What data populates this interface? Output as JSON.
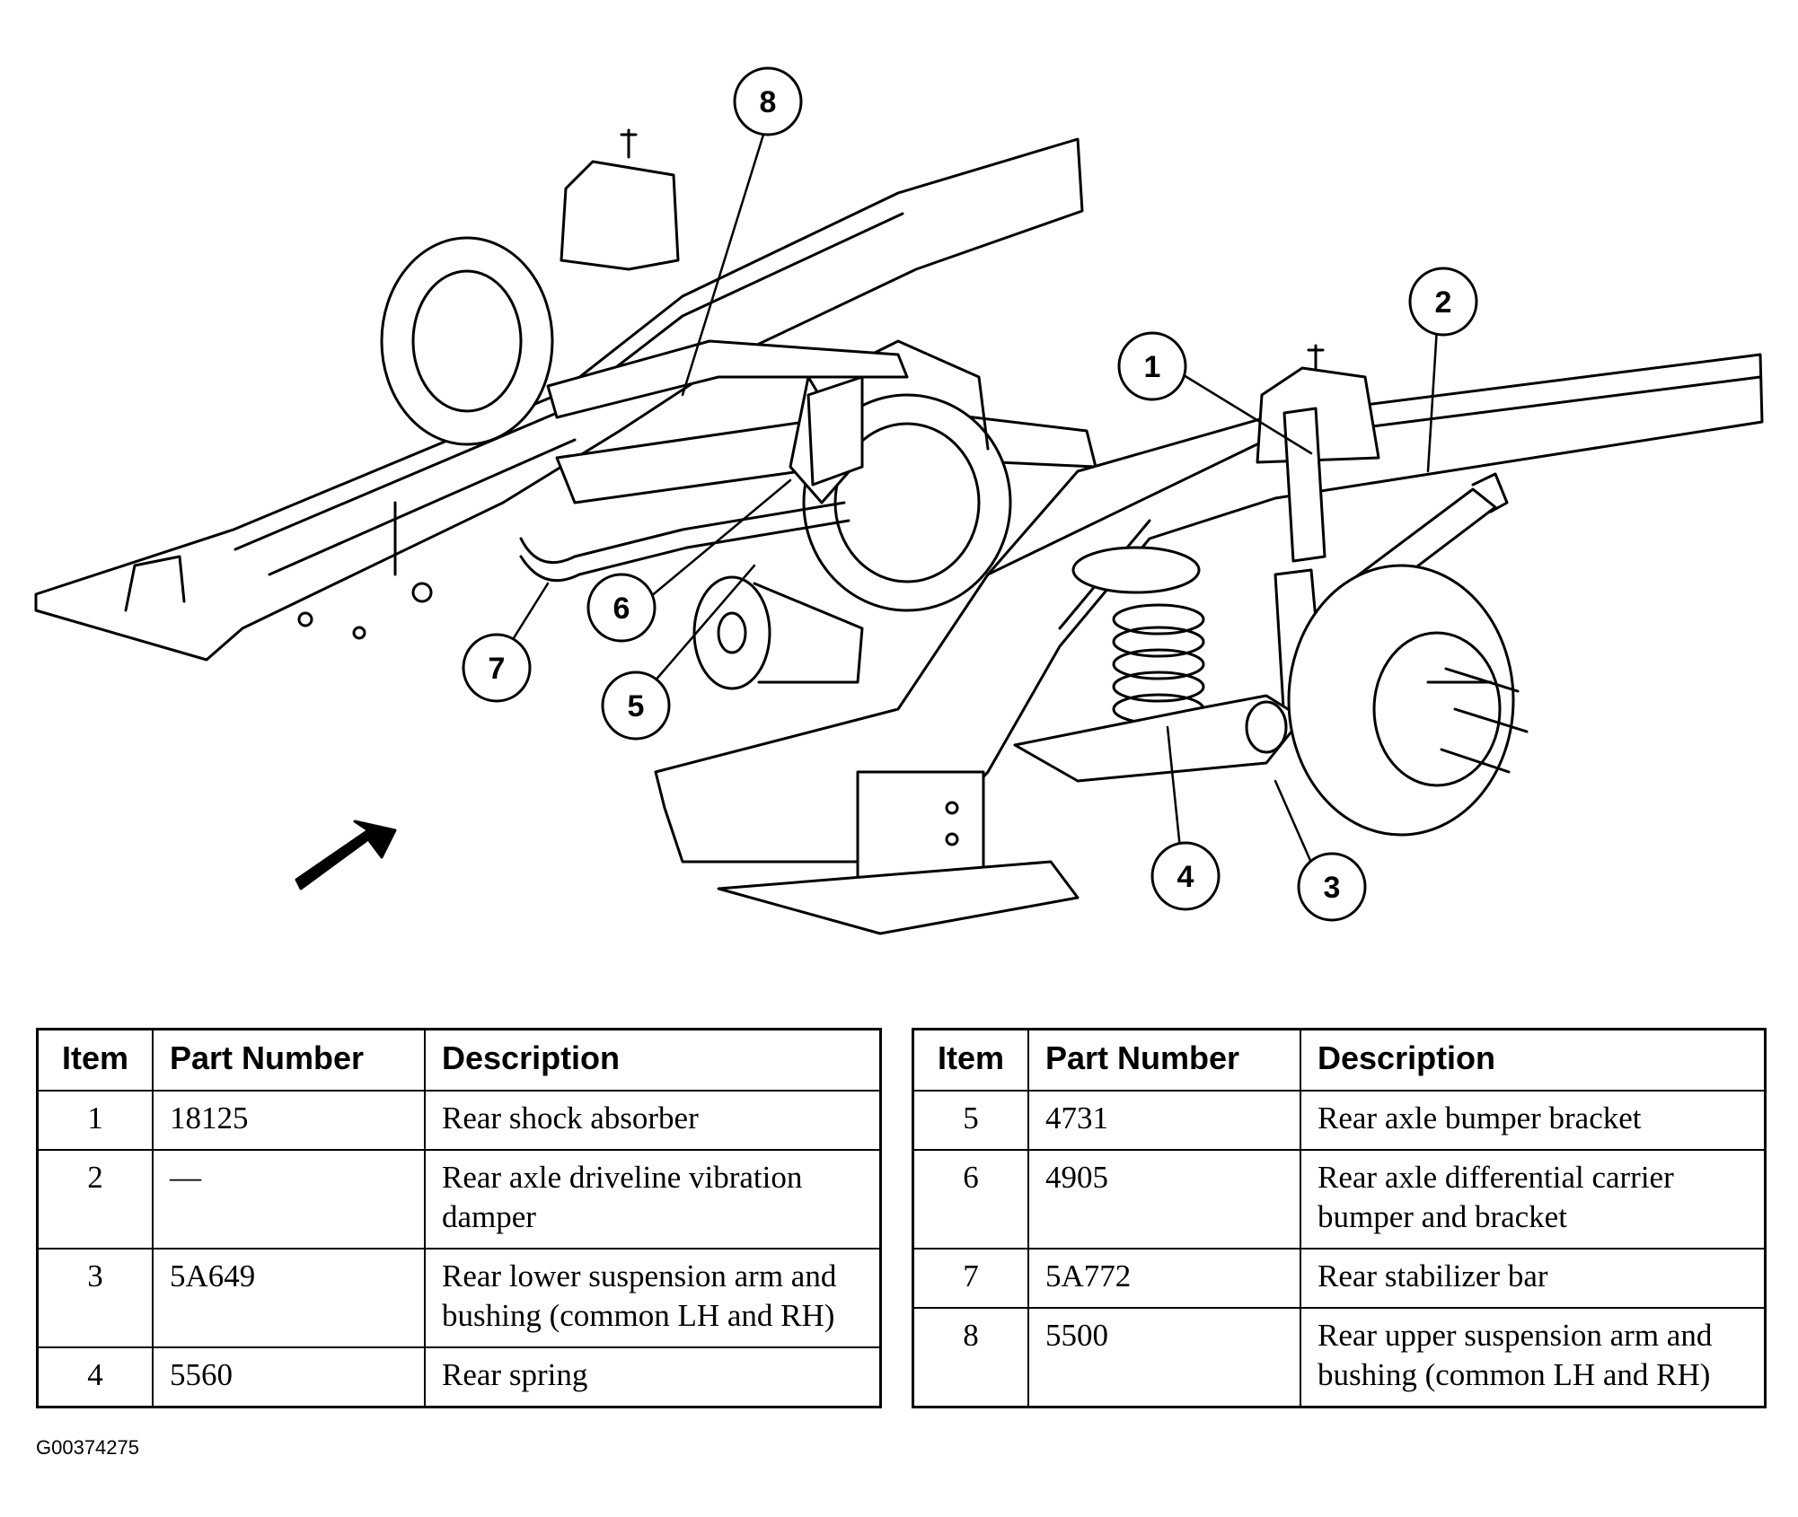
{
  "callouts": [
    "1",
    "2",
    "3",
    "4",
    "5",
    "6",
    "7",
    "8"
  ],
  "tables": {
    "headers": {
      "item": "Item",
      "part_number": "Part Number",
      "description": "Description"
    },
    "left": [
      {
        "item": "1",
        "part_number": "18125",
        "description": "Rear shock absorber"
      },
      {
        "item": "2",
        "part_number": "—",
        "description": "Rear axle driveline vibration damper"
      },
      {
        "item": "3",
        "part_number": "5A649",
        "description": "Rear lower suspension arm and bushing (common LH and RH)"
      },
      {
        "item": "4",
        "part_number": "5560",
        "description": "Rear spring"
      }
    ],
    "right": [
      {
        "item": "5",
        "part_number": "4731",
        "description": "Rear axle bumper bracket"
      },
      {
        "item": "6",
        "part_number": "4905",
        "description": "Rear axle differential carrier bumper and bracket"
      },
      {
        "item": "7",
        "part_number": "5A772",
        "description": "Rear stabilizer bar"
      },
      {
        "item": "8",
        "part_number": "5500",
        "description": "Rear upper suspension arm and bushing (common LH and RH)"
      }
    ]
  },
  "figure_code": "G00374275"
}
